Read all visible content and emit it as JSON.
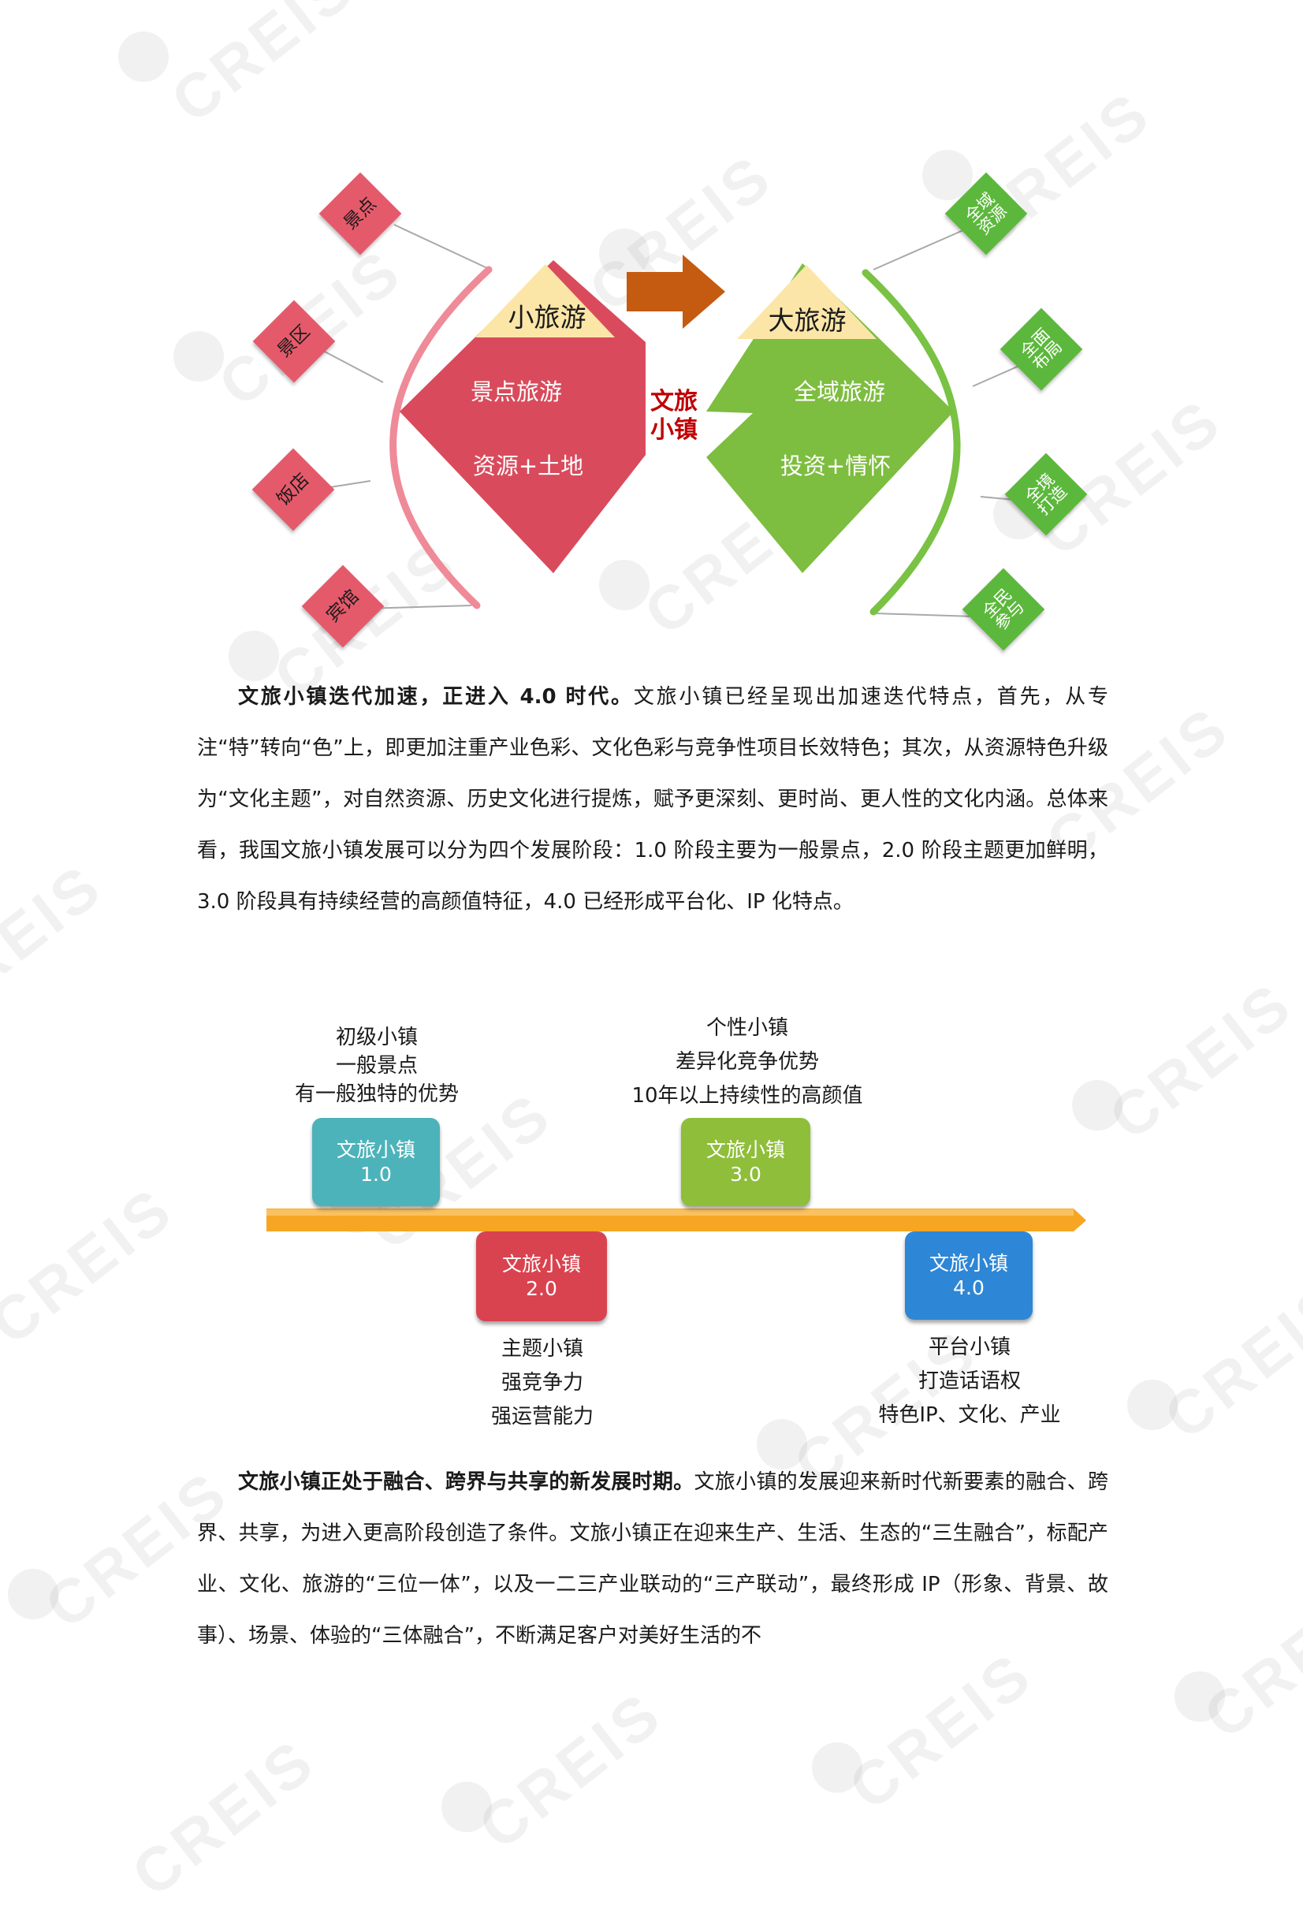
{
  "diagram1": {
    "left_title": "小旅游",
    "left_line1": "景点旅游",
    "left_line2": "资源+土地",
    "right_title": "大旅游",
    "right_line1": "全域旅游",
    "right_line2": "投资+情怀",
    "center_label_line1": "文旅",
    "center_label_line2": "小镇",
    "left_tags": [
      "景点",
      "景区",
      "饭店",
      "宾馆"
    ],
    "right_tags": [
      [
        "全域",
        "资源"
      ],
      [
        "全面",
        "布局"
      ],
      [
        "全境",
        "打造"
      ],
      [
        "全民",
        "参与"
      ]
    ],
    "colors": {
      "red": "#d94b5c",
      "green": "#7dbd3f",
      "cap": "#fbe6a8",
      "arrow": "#c55a11"
    }
  },
  "paragraph1": {
    "bold": "文旅小镇迭代加速，正进入 4.0 时代。",
    "text": "文旅小镇已经呈现出加速迭代特点，首先，从专注“特”转向“色”上，即更加注重产业色彩、文化色彩与竞争性项目长效特色；其次，从资源特色升级为“文化主题”，对自然资源、历史文化进行提炼，赋予更深刻、更时尚、更人性的文化内涵。总体来看，我国文旅小镇发展可以分为四个发展阶段：1.0 阶段主要为一般景点，2.0 阶段主题更加鲜明，3.0 阶段具有持续经营的高颜值特征，4.0 已经形成平台化、IP 化特点。"
  },
  "timeline": {
    "stages": [
      {
        "name": "文旅小镇",
        "version": "1.0",
        "desc": [
          "初级小镇",
          "一般景点",
          "有一般独特的优势"
        ],
        "color": "#4db3ba"
      },
      {
        "name": "文旅小镇",
        "version": "2.0",
        "desc": [
          "主题小镇",
          "强竞争力",
          "强运营能力"
        ],
        "color": "#d9434f"
      },
      {
        "name": "文旅小镇",
        "version": "3.0",
        "desc": [
          "个性小镇",
          "差异化竞争优势",
          "10年以上持续性的高颜值"
        ],
        "color": "#8fbe3a"
      },
      {
        "name": "文旅小镇",
        "version": "4.0",
        "desc": [
          "平台小镇",
          "打造话语权",
          "特色IP、文化、产业"
        ],
        "color": "#2e86d6"
      }
    ],
    "axis_color": "#f6a623"
  },
  "paragraph2": {
    "bold": "文旅小镇正处于融合、跨界与共享的新发展时期。",
    "text": "文旅小镇的发展迎来新时代新要素的融合、跨界、共享，为进入更高阶段创造了条件。文旅小镇正在迎来生产、生活、生态的“三生融合”，标配产业、文化、旅游的“三位一体”，以及一二三产业联动的“三产联动”，最终形成 IP（形象、背景、故事）、场景、体验的“三体融合”，不断满足客户对美好生活的不"
  },
  "watermark": {
    "text": "CREIS"
  }
}
